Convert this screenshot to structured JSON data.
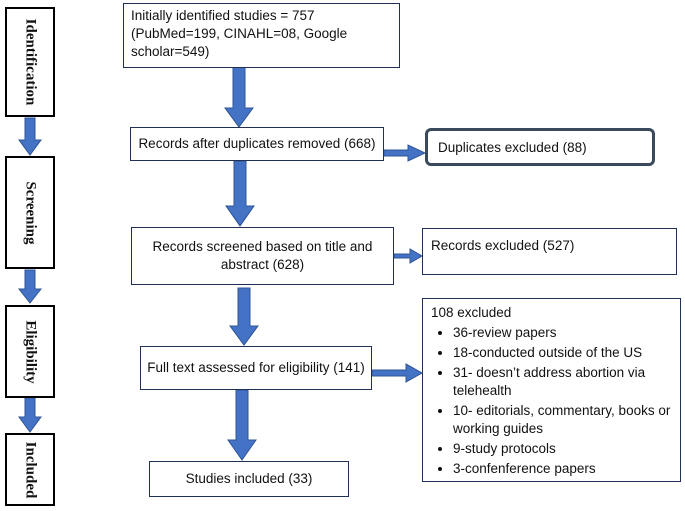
{
  "stages": {
    "identification": "Identification",
    "screening": "Screening",
    "eligibility": "Eligibility",
    "included": "Included"
  },
  "boxes": {
    "identified": "Initially identified studies = 757 (PubMed=199, CINAHL=08, Google scholar=549)",
    "after_duplicates": "Records after duplicates removed (668)",
    "duplicates_excluded": "Duplicates excluded (88)",
    "screened": "Records screened based on title and abstract (628)",
    "records_excluded": "Records excluded (527)",
    "full_text": "Full text assessed for eligibility (141)",
    "included": "Studies included (33)"
  },
  "eligibility_exclusions": {
    "title": "108 excluded",
    "items": [
      "36-review papers",
      "18-conducted outside of the US",
      "31- doesn’t address abortion via telehealth",
      "10- editorials, commentary, books or working guides",
      "9-study protocols",
      "3-confenference papers"
    ]
  },
  "colors": {
    "arrow": "#4472c4",
    "arrow_edge": "#2f5597",
    "box_border": "#1f2f55"
  }
}
